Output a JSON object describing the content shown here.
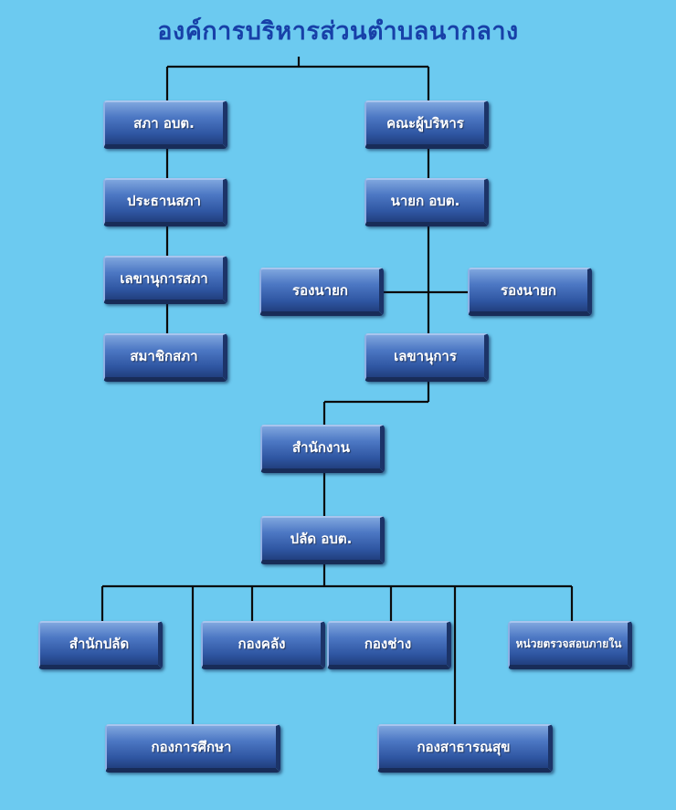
{
  "title": "องค์การบริหารส่วนตำบลนากลาง",
  "nodes": {
    "council": "สภา อบต.",
    "council_chair": "ประธานสภา",
    "council_secretary": "เลขานุการสภา",
    "council_members": "สมาชิกสภา",
    "executives": "คณะผู้บริหาร",
    "mayor": "นายก อบต.",
    "deputy_mayor_left": "รองนายก",
    "deputy_mayor_right": "รองนายก",
    "secretary": "เลขานุการ",
    "office": "สำนักงาน",
    "chief_admin": "ปลัด อบต.",
    "office_chief_admin": "สำนักปลัด",
    "finance_division": "กองคลัง",
    "engineering_division": "กองช่าง",
    "internal_audit_unit": "หน่วยตรวจสอบภายใน",
    "education_division": "กองการศึกษา",
    "public_health_division": "กองสาธารณสุข"
  },
  "colors": {
    "background": "#6ccaf0",
    "title": "#1740a8",
    "box": "#3a62ae",
    "line": "#0b0b0b"
  }
}
